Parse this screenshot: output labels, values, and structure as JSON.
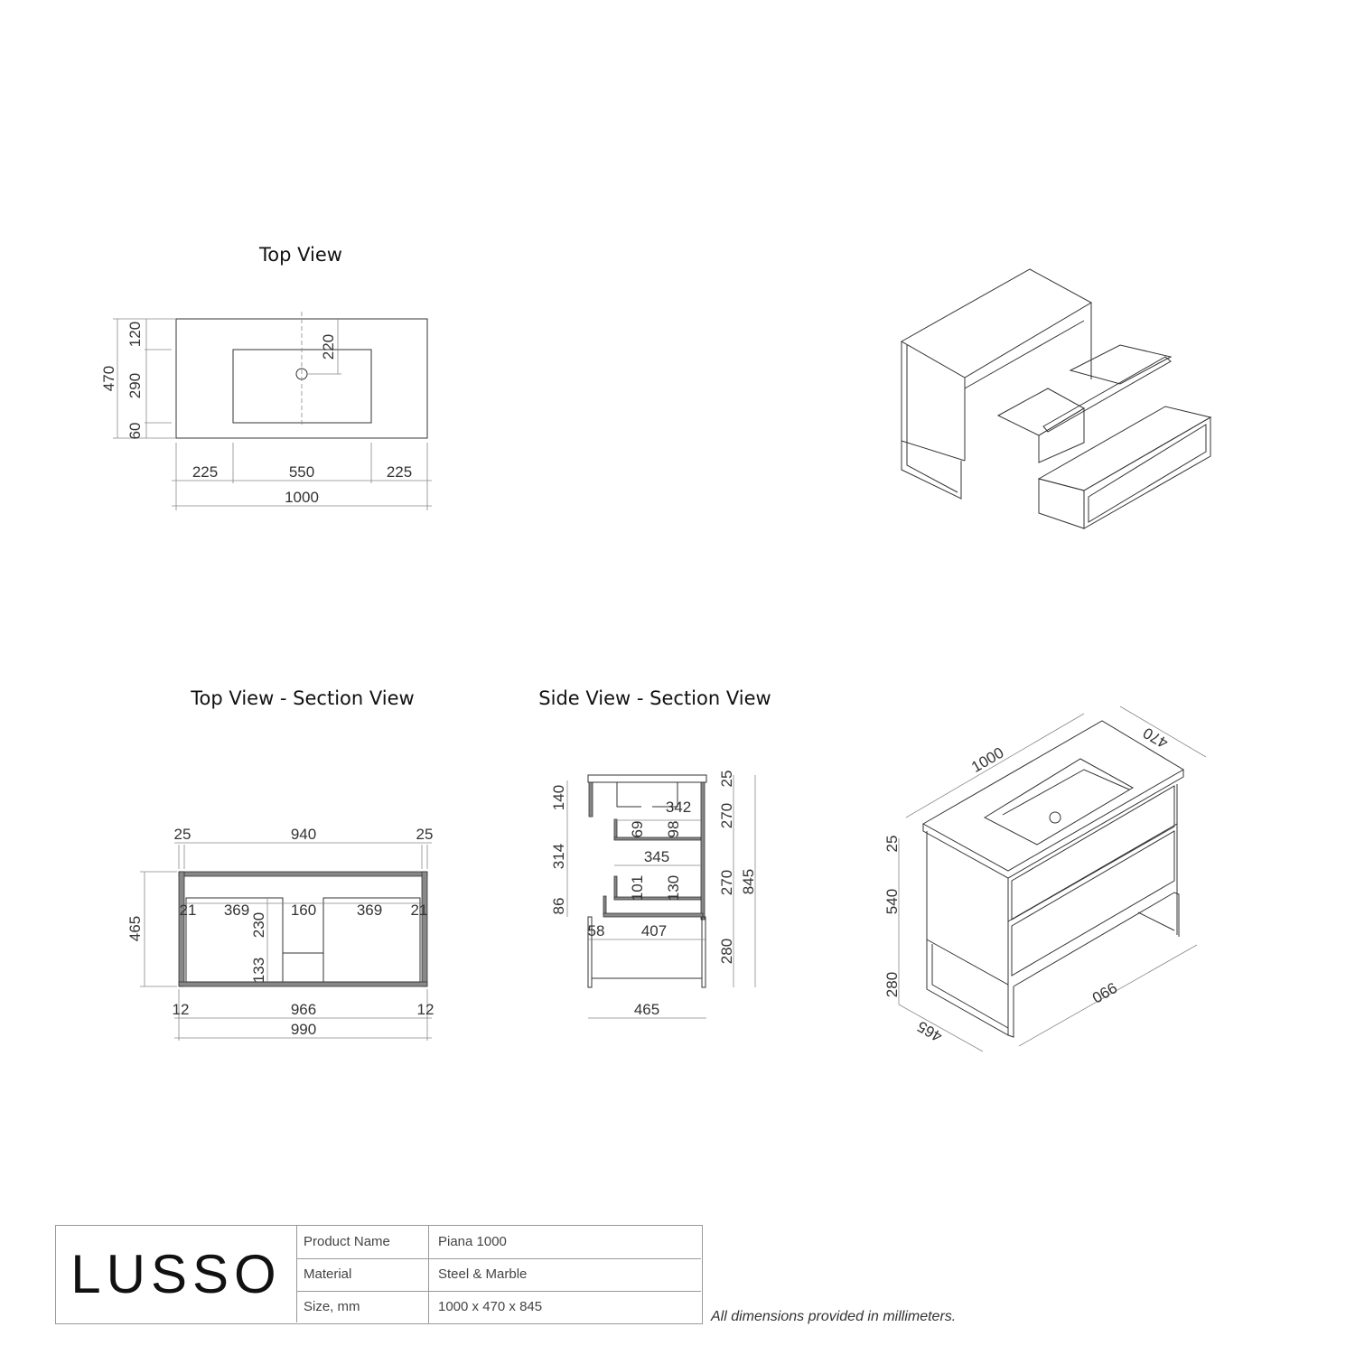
{
  "titles": {
    "top_view": "Top View",
    "top_section": "Top View - Section View",
    "side_section": "Side View - Section View"
  },
  "top_view_dims": {
    "depth_top": "120",
    "basin_depth": "290",
    "depth_bottom": "60",
    "total_depth": "470",
    "drain_offset": "220",
    "left": "225",
    "basin_width": "550",
    "right": "225",
    "total_width": "1000"
  },
  "top_section_dims": {
    "wall_left": "25",
    "inner_width": "940",
    "wall_right": "25",
    "depth": "465",
    "gap_left": "21",
    "drawer_left": "369",
    "center": "160",
    "drawer_right": "369",
    "gap_right": "21",
    "upper_depth": "230",
    "lower_depth": "133",
    "frame_left": "12",
    "frame_inner": "966",
    "frame_right": "12",
    "frame_total": "990"
  },
  "side_section_dims": {
    "top_drawer": "140",
    "mid": "314",
    "bottom": "86",
    "offset": "58",
    "base": "407",
    "upper_width": "342",
    "upper_inner": "69",
    "upper_outer": "98",
    "mid_width": "345",
    "lower_inner": "101",
    "lower_outer": "130",
    "top_slab": "25",
    "drawer1": "270",
    "drawer2": "270",
    "legs": "280",
    "total_height": "845",
    "depth": "465"
  },
  "iso_dims": {
    "width": "1000",
    "depth": "470",
    "slab": "25",
    "body": "540",
    "legs": "280",
    "frame_width": "990",
    "frame_depth": "465"
  },
  "title_block": {
    "logo": "LUSSO",
    "rows": [
      {
        "label": "Product Name",
        "value": "Piana 1000"
      },
      {
        "label": "Material",
        "value": "Steel & Marble"
      },
      {
        "label": "Size, mm",
        "value": "1000 x 470 x 845"
      }
    ],
    "note": "All dimensions provided in millimeters."
  }
}
